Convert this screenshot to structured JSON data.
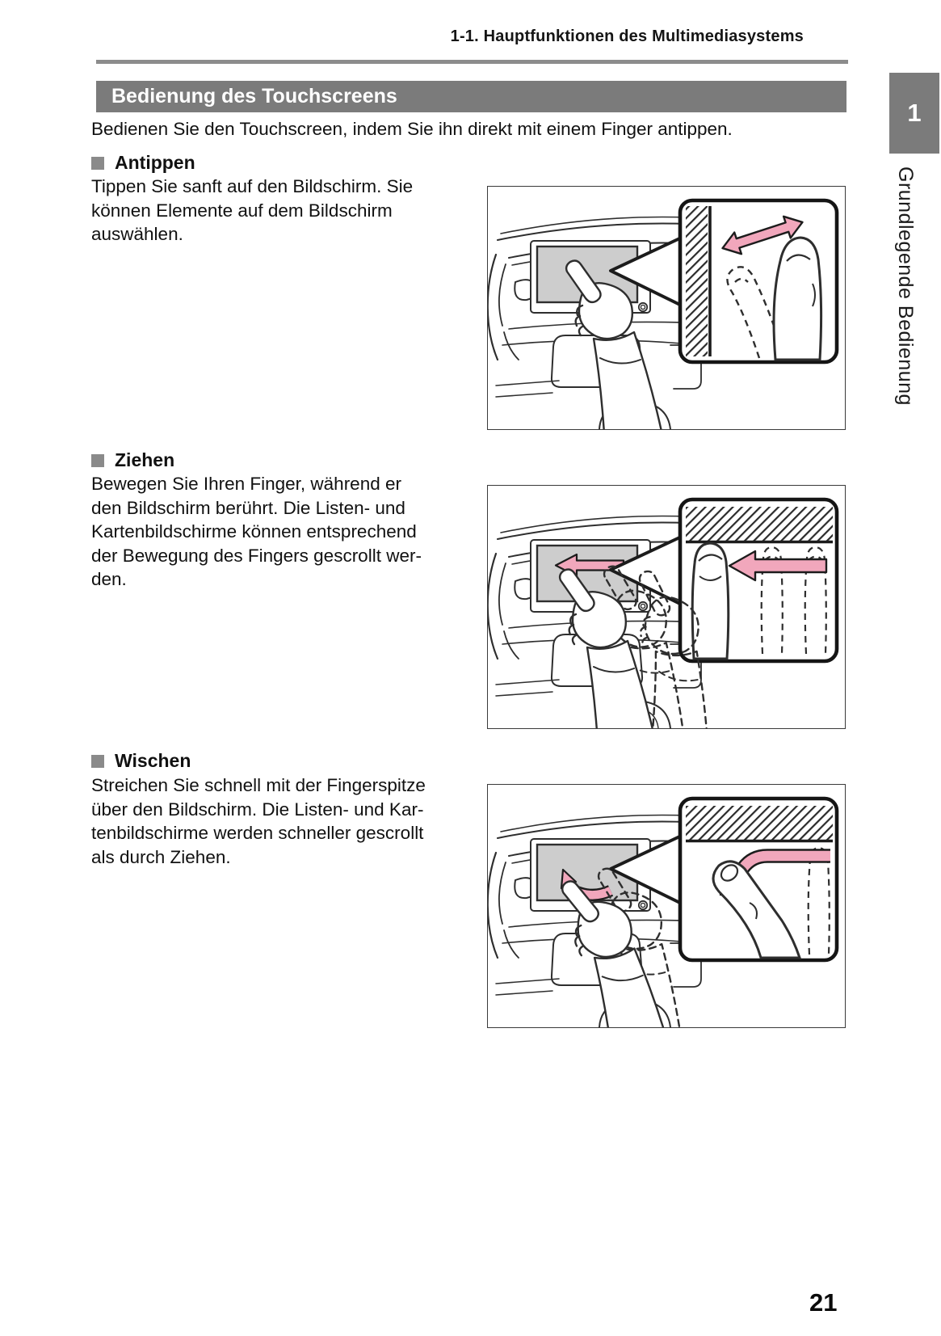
{
  "header": {
    "breadcrumb": "1-1. Hauptfunktionen des Multimediasystems"
  },
  "sidebar": {
    "chapter_number": "1",
    "chapter_title": "Grundlegende Bedienung"
  },
  "banner": {
    "title": "Bedienung des Touchscreens"
  },
  "intro": "Bedienen Sie den Touchscreen, indem Sie ihn direkt mit einem Finger antippen.",
  "sections": [
    {
      "title": "Antippen",
      "body_lines": [
        "Tippen Sie sanft auf den Bildschirm. Sie",
        "können Elemente auf dem Bildschirm",
        "auswählen."
      ]
    },
    {
      "title": "Ziehen",
      "body_lines": [
        "Bewegen Sie Ihren Finger, während er",
        "den Bildschirm berührt. Die Listen- und",
        "Kartenbildschirme können entsprechend",
        "der Bewegung des Fingers gescrollt wer-",
        "den."
      ]
    },
    {
      "title": "Wischen",
      "body_lines": [
        "Streichen Sie schnell mit der Fingerspitze",
        "über den Bildschirm. Die Listen- und Kar-",
        "tenbildschirme werden schneller gescrollt",
        "als durch Ziehen."
      ]
    }
  ],
  "footer": {
    "page_number": "21"
  },
  "icons": {
    "section_bullet": "gray-square"
  },
  "colors": {
    "accent_pink": "#F1A7BC",
    "banner_gray": "#7B7B7B",
    "rule_gray": "#8C8C8C",
    "screen_gray": "#CDCDCD",
    "line_art": "#2E2E2E"
  }
}
